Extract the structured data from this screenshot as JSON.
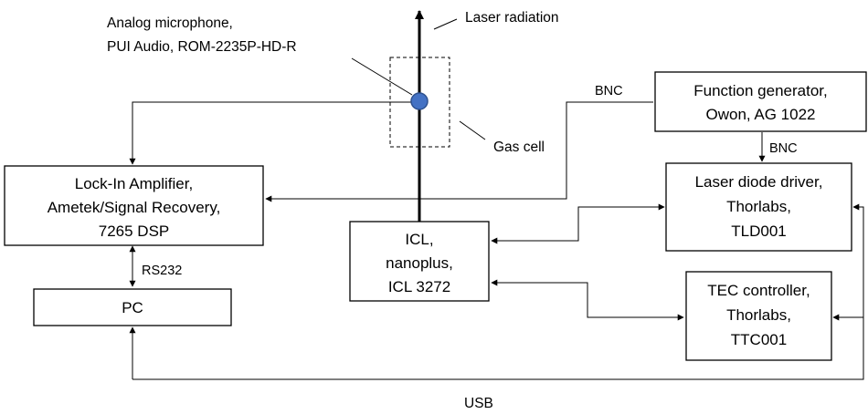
{
  "blocks": {
    "lockin": {
      "lines": [
        "Lock-In Amplifier,",
        "Ametek/Signal Recovery,",
        "7265 DSP"
      ]
    },
    "pc": {
      "lines": [
        "PC"
      ]
    },
    "icl": {
      "lines": [
        "ICL,",
        "nanoplus,",
        "ICL 3272"
      ]
    },
    "function_generator": {
      "lines": [
        "Function generator,",
        "Owon, AG 1022"
      ]
    },
    "laser_driver": {
      "lines": [
        "Laser diode driver,",
        "Thorlabs,",
        "TLD001"
      ]
    },
    "tec": {
      "lines": [
        "TEC controller,",
        "Thorlabs,",
        "TTC001"
      ]
    }
  },
  "labels": {
    "microphone": [
      "Analog microphone,",
      "PUI Audio, ROM-2235P-HD-R"
    ],
    "laser_radiation": "Laser radiation",
    "gas_cell": "Gas cell",
    "bnc_top": "BNC",
    "bnc_mid": "BNC",
    "rs232": "RS232",
    "usb": "USB"
  },
  "colors": {
    "microphone_fill": "#4472C4",
    "microphone_stroke": "#2F528F"
  }
}
